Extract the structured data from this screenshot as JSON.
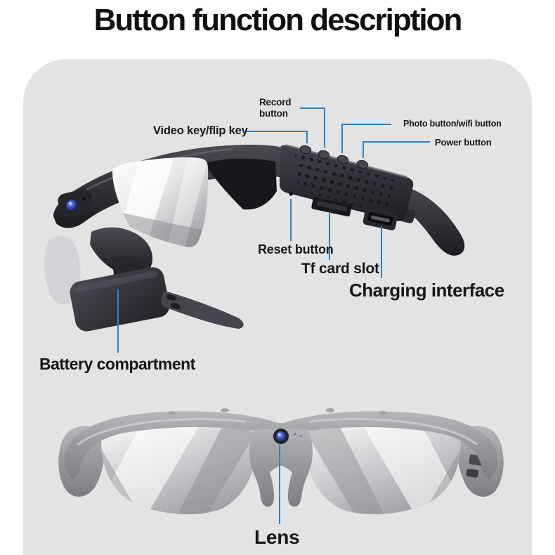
{
  "page": {
    "title": "Button function description",
    "background": "#ffffff",
    "panel_background": "#e3e3e4"
  },
  "colors": {
    "callout_line": "#2b83c5",
    "label_text": "#16171a",
    "title_text": "#0f1012"
  },
  "top_view": {
    "labels": {
      "record": "Record\nbutton",
      "video": "Video key/flip key",
      "photo": "Photo button/wifi button",
      "power": "Power button",
      "reset": "Reset button",
      "tf_card": "Tf card slot",
      "charging": "Charging interface",
      "battery": "Battery compartment"
    }
  },
  "front_view": {
    "labels": {
      "lens": "Lens"
    }
  }
}
